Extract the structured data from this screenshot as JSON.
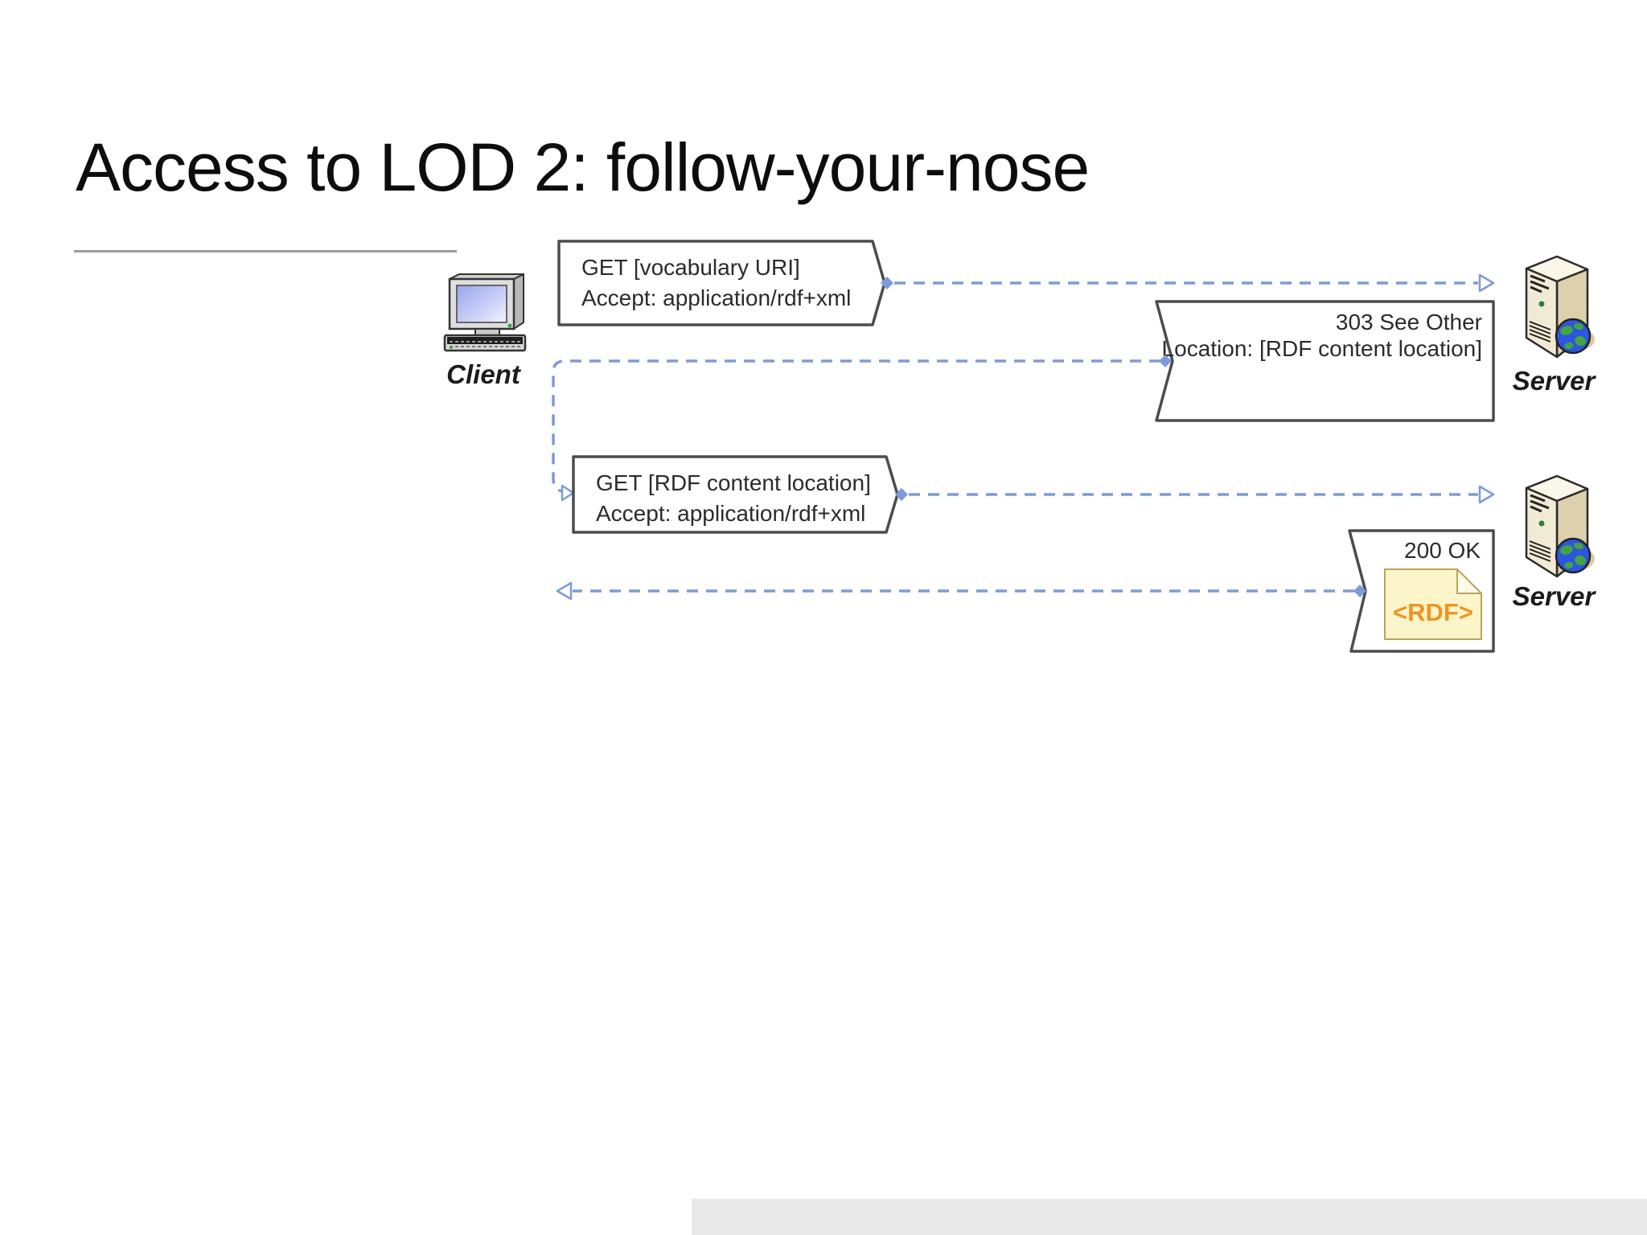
{
  "slide": {
    "title": "Access to LOD 2: follow-your-nose"
  },
  "diagram": {
    "client": {
      "label": "Client"
    },
    "server_top": {
      "label": "Server"
    },
    "server_bottom": {
      "label": "Server"
    },
    "messages": {
      "get_vocabulary": {
        "line1": "GET [vocabulary URI]",
        "line2": "Accept: application/rdf+xml"
      },
      "see_other": {
        "line1": "303 See Other",
        "line2": "Location: [RDF content location]"
      },
      "get_rdf": {
        "line1": "GET [RDF content location]",
        "line2": "Accept: application/rdf+xml"
      },
      "ok": {
        "line1": "200 OK",
        "document_label": "<RDF>"
      }
    },
    "colors": {
      "arrow_blue": "#7e9ad8",
      "box_border": "#4c4c4c",
      "text": "#2b2b2b",
      "rule_gray": "#9b9b9b",
      "footer_gray": "#e9e9e9",
      "document_fill": "#fbf5c9",
      "document_border": "#b9a55e",
      "document_orange": "#ef9422"
    }
  }
}
